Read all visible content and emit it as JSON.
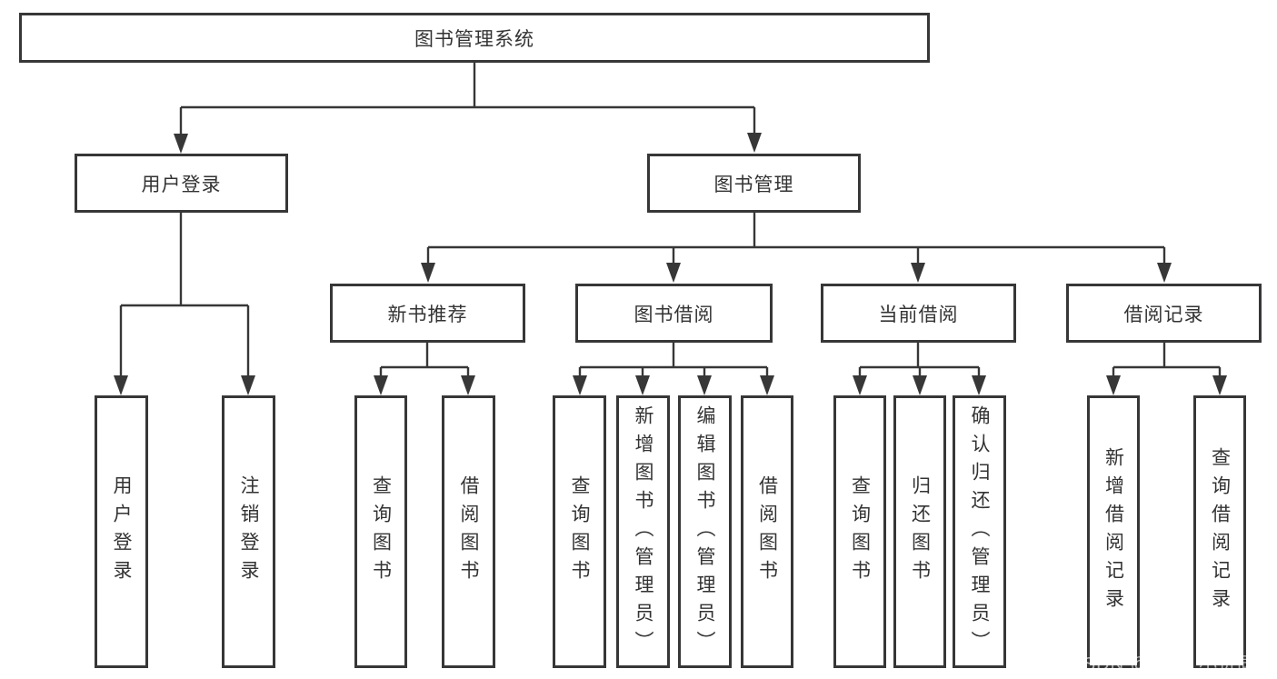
{
  "diagram": {
    "title": "图书管理系统",
    "colors": {
      "line": "#373737",
      "border": "#373737",
      "text": "#333333",
      "watermark": "#b7b7b7",
      "background": "#ffffff"
    },
    "tree": {
      "root": {
        "label": "图书管理系统",
        "children": [
          {
            "label": "用户登录",
            "children": [
              {
                "label": "用户登录"
              },
              {
                "label": "注销登录"
              }
            ]
          },
          {
            "label": "图书管理",
            "children": [
              {
                "label": "新书推荐",
                "children": [
                  {
                    "label": "查询图书"
                  },
                  {
                    "label": "借阅图书"
                  }
                ]
              },
              {
                "label": "图书借阅",
                "children": [
                  {
                    "label": "查询图书"
                  },
                  {
                    "label": "新增图书（管理员）"
                  },
                  {
                    "label": "编辑图书（管理员）"
                  },
                  {
                    "label": "借阅图书"
                  }
                ]
              },
              {
                "label": "当前借阅",
                "children": [
                  {
                    "label": "查询图书"
                  },
                  {
                    "label": "归还图书"
                  },
                  {
                    "label": "确认归还（管理员）"
                  }
                ]
              },
              {
                "label": "借阅记录",
                "children": [
                  {
                    "label": "新增借阅记录"
                  },
                  {
                    "label": "查询借阅记录"
                  }
                ]
              }
            ]
          }
        ]
      }
    },
    "watermark": {
      "text": "CSDN @软件_小贺同学"
    }
  }
}
